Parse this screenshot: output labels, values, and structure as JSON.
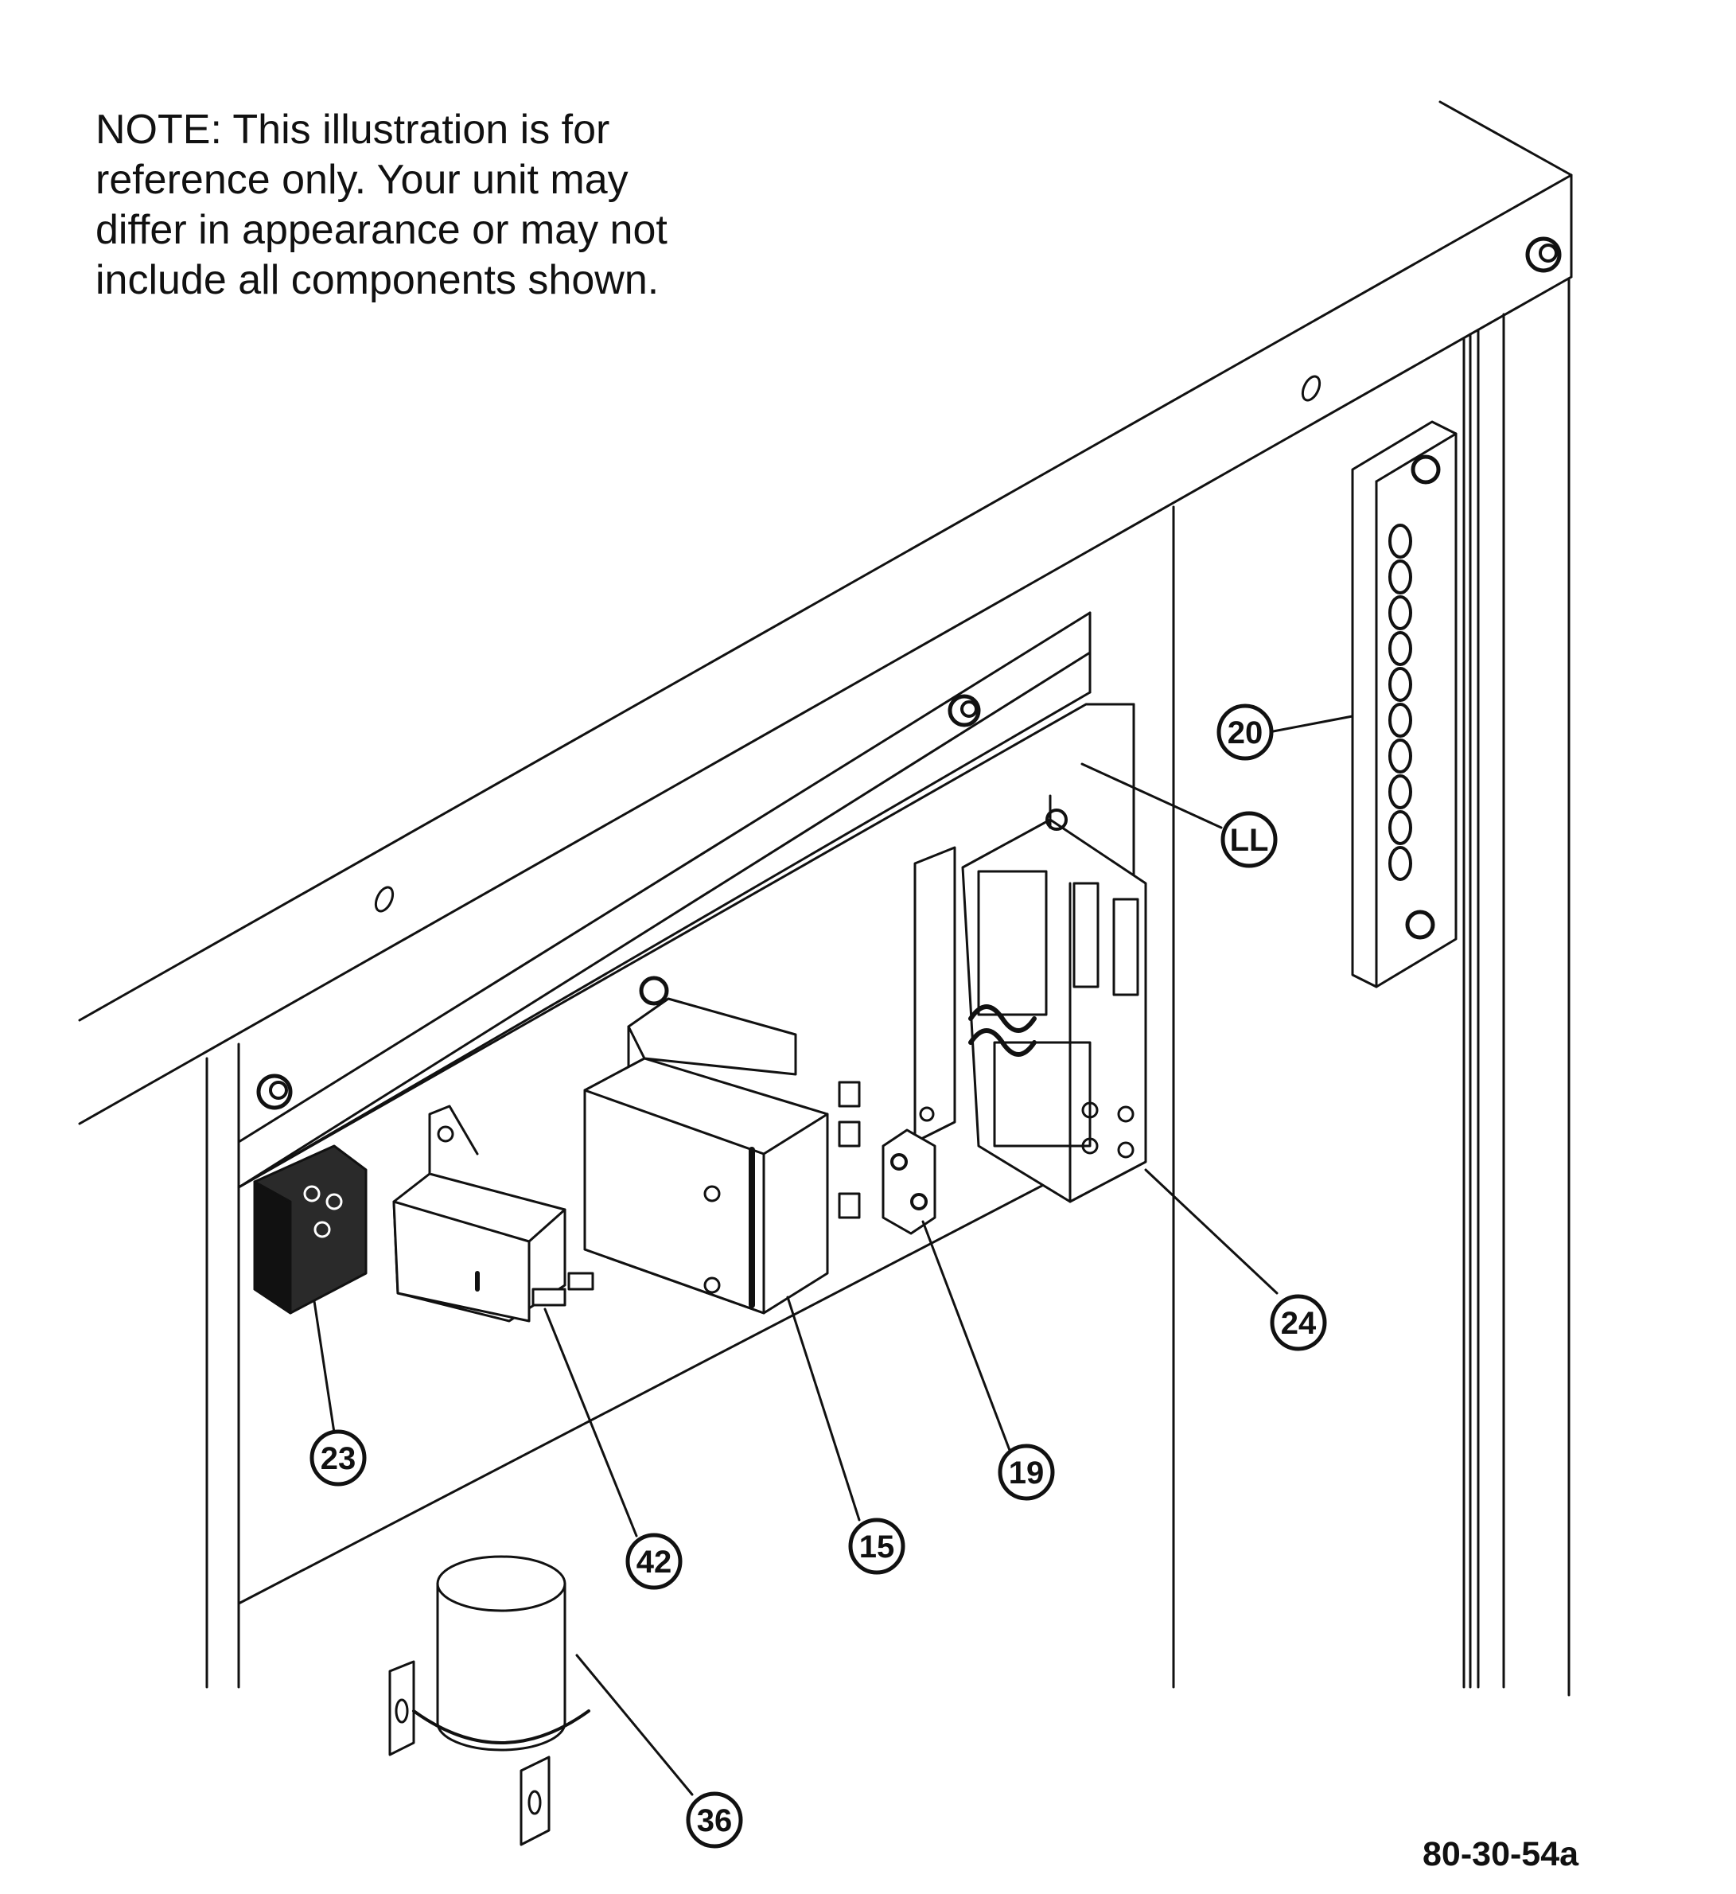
{
  "note": {
    "lines": [
      "NOTE:      This illustration is for",
      "reference only.   Your unit may",
      "differ in appearance or may not",
      "include all components shown."
    ]
  },
  "figure_id": "80-30-54a",
  "callouts": {
    "c15": "15",
    "c19": "19",
    "c20": "20",
    "c23": "23",
    "c24": "24",
    "c36": "36",
    "c42": "42",
    "cLL": "LL"
  },
  "colors": {
    "ink": "#111111",
    "panel": "#ffffff",
    "dark": "#2a2a2a"
  }
}
